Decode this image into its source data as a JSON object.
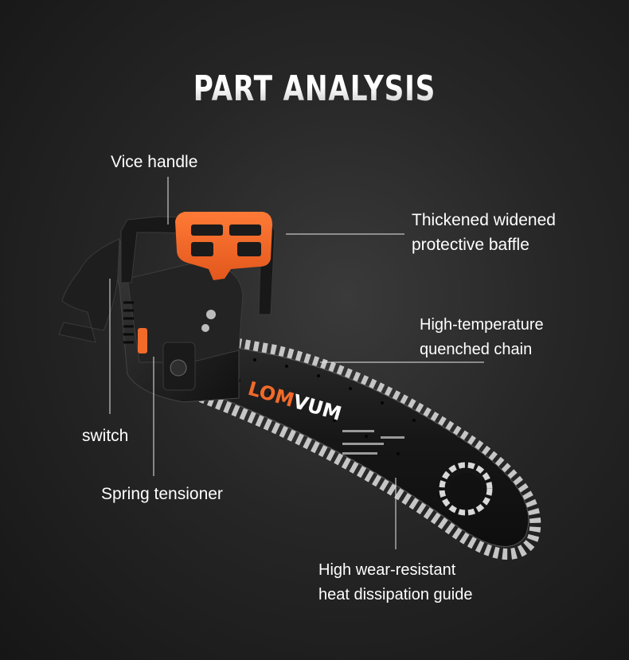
{
  "title": "PART ANALYSIS",
  "labels": {
    "vice_handle": "Vice handle",
    "baffle_line1": "Thickened widened",
    "baffle_line2": "protective baffle",
    "chain_line1": "High-temperature",
    "chain_line2": "quenched chain",
    "switch": "switch",
    "spring_tensioner": "Spring tensioner",
    "guide_line1": "High wear-resistant",
    "guide_line2": "heat dissipation guide"
  },
  "brand": {
    "logo_text": "LOMVUM",
    "logo_letters": [
      "LOM",
      "VUM"
    ]
  },
  "colors": {
    "accent_orange": "#f26a2a",
    "body_black": "#1c1c1c",
    "chain_silver": "#cfcfcf"
  }
}
